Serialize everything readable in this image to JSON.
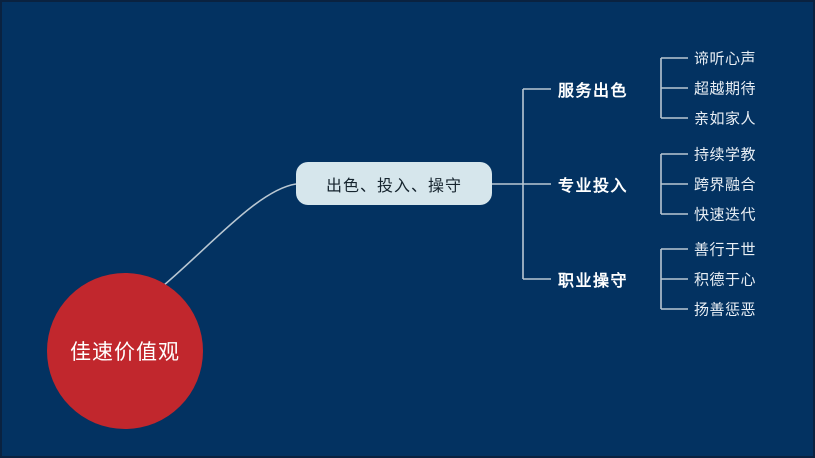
{
  "slide": {
    "background_color": "#033261",
    "border_color": "#0a2240",
    "connector_color": "#b9c7d2"
  },
  "root": {
    "label": "佳速价值观",
    "fill_color": "#c1272d",
    "text_color": "#ffffff"
  },
  "center": {
    "label": "出色、投入、操守",
    "fill_color": "#d6e6ec",
    "text_color": "#16242e"
  },
  "branches": [
    {
      "label": "服务出色",
      "leaves": [
        "谛听心声",
        "超越期待",
        "亲如家人"
      ]
    },
    {
      "label": "专业投入",
      "leaves": [
        "持续学教",
        "跨界融合",
        "快速迭代"
      ]
    },
    {
      "label": "职业操守",
      "leaves": [
        "善行于世",
        "积德于心",
        "扬善惩恶"
      ]
    }
  ]
}
